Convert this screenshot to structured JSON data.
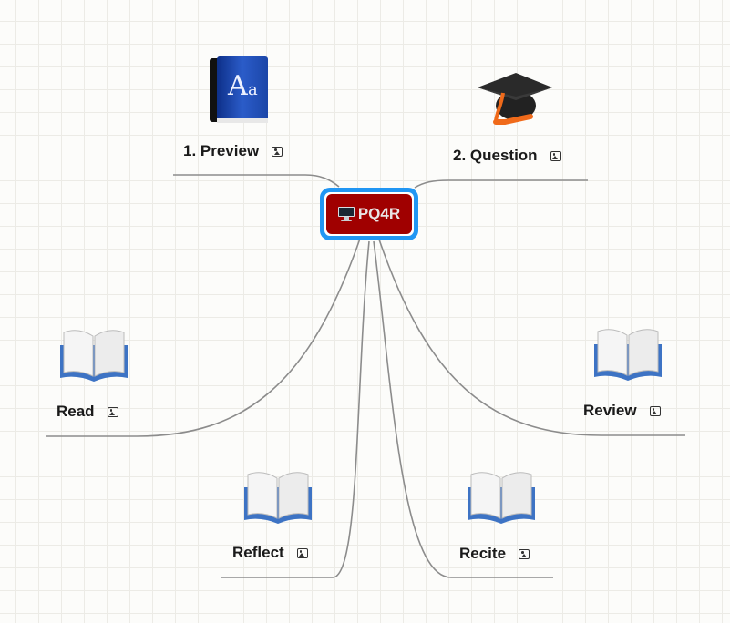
{
  "root": {
    "label": "PQ4R",
    "icon": "desktop-computer-icon",
    "fill": "#a00000",
    "border": "#2196f3"
  },
  "nodes": [
    {
      "id": "preview",
      "label": "1. Preview",
      "picture": "dictionary-book-icon"
    },
    {
      "id": "question",
      "label": "2. Question",
      "picture": "graduation-cap-icon"
    },
    {
      "id": "read",
      "label": "Read",
      "picture": "open-book-icon"
    },
    {
      "id": "review",
      "label": "Review",
      "picture": "open-book-icon"
    },
    {
      "id": "reflect",
      "label": "Reflect",
      "picture": "open-book-icon"
    },
    {
      "id": "recite",
      "label": "Recite",
      "picture": "open-book-icon"
    }
  ],
  "colors": {
    "connector": "#8a8a8a",
    "grid": "#ecebe6"
  }
}
